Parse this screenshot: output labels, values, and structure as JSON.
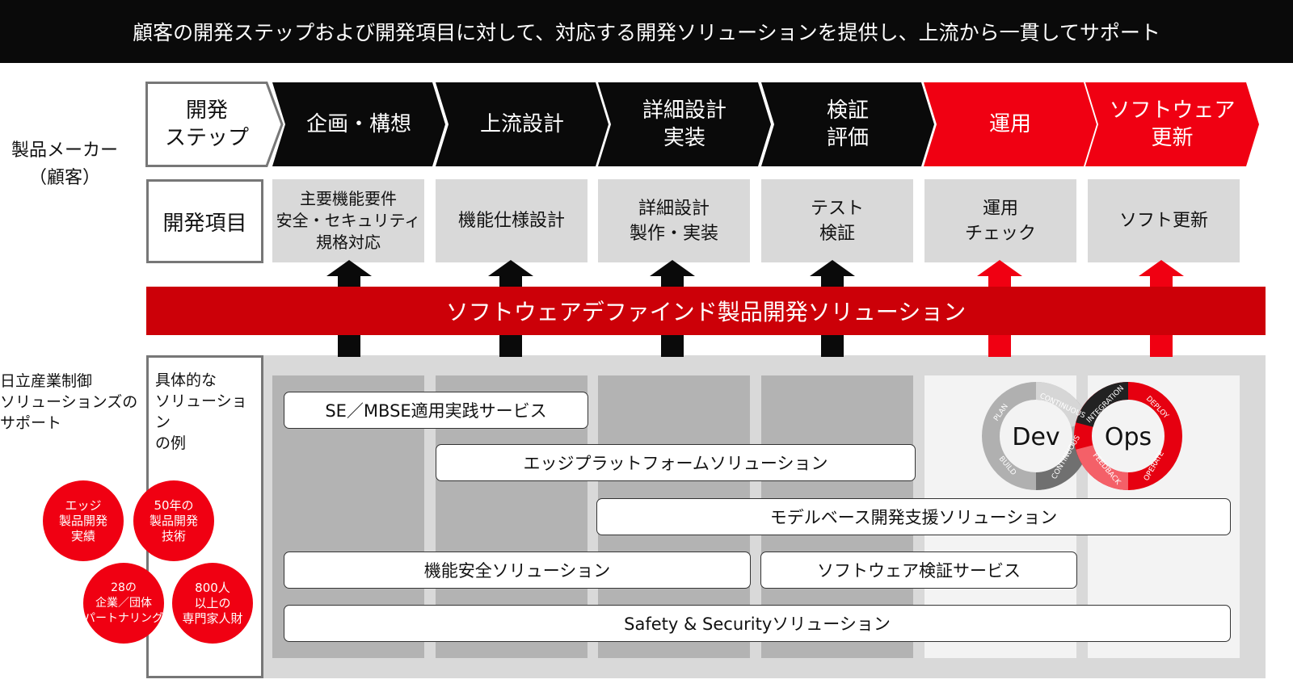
{
  "header": {
    "title": "顧客の開発ステップおよび開発項目に対して、対応する開発ソリューションを提供し、上流から一貫してサポート"
  },
  "customer_label": "製品メーカー\n（顧客）",
  "steps": {
    "label": "開発\nステップ",
    "items": [
      {
        "label": "企画・構想",
        "color": "#0a0a0a"
      },
      {
        "label": "上流設計",
        "color": "#0a0a0a"
      },
      {
        "label": "詳細設計\n実装",
        "color": "#0a0a0a"
      },
      {
        "label": "検証\n評価",
        "color": "#0a0a0a"
      },
      {
        "label": "運用",
        "color": "#f00012"
      },
      {
        "label": "ソフトウェア\n更新",
        "color": "#f00012"
      }
    ]
  },
  "dev_items": {
    "label": "開発項目",
    "items": [
      "主要機能要件\n安全・セキュリティ\n規格対応",
      "機能仕様設計",
      "詳細設計\n製作・実装",
      "テスト\n検証",
      "運用\nチェック",
      "ソフト更新"
    ]
  },
  "banner": {
    "label": "ソフトウェアデファインド製品開発ソリューション",
    "color": "#cc0008"
  },
  "support": {
    "label": "日立産業制御\nソリューションズの\nサポート",
    "examples_label": "具体的な\nソリューション\nの例",
    "strengths": [
      "エッジ\n製品開発\n実績",
      "50年の\n製品開発\n技術",
      "28の\n企業／団体\nパートナリング",
      "800人\n以上の\n専門家人財"
    ]
  },
  "solutions": [
    "SE／MBSE適用実践サービス",
    "エッジプラットフォームソリューション",
    "モデルベース開発支援ソリューション",
    "機能安全ソリューション",
    "ソフトウェア検証サービス",
    "Safety & Securityソリューション"
  ],
  "devops": {
    "dev": "Dev",
    "ops": "Ops",
    "labels": [
      "PLAN",
      "CONTINUOUS",
      "BUILD",
      "CONTINUOUS",
      "INTEGRATION",
      "DEPLOY",
      "OPERATE",
      "FEEDBACK"
    ]
  }
}
